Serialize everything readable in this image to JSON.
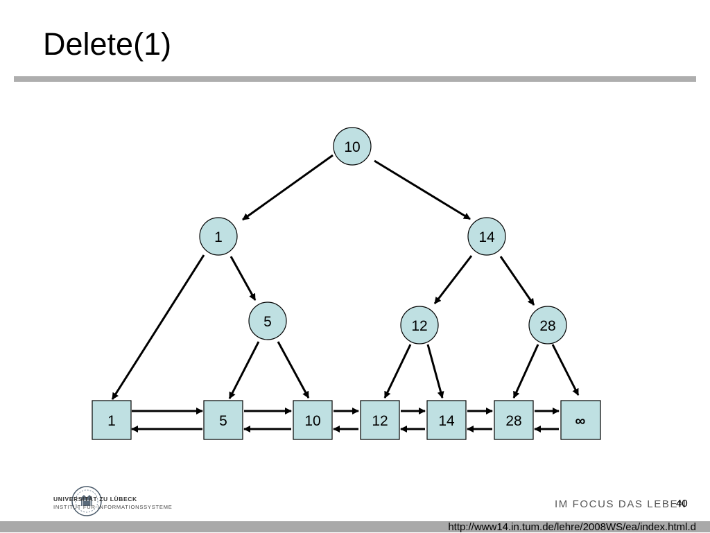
{
  "title": "Delete(1)",
  "colors": {
    "node_fill": "#bfe0e2",
    "rule": "#aeaeae",
    "footer_bar": "#a9a9a9"
  },
  "tree": {
    "inner_nodes": [
      "10",
      "1",
      "14",
      "5",
      "12",
      "28"
    ],
    "leaves": [
      "1",
      "5",
      "10",
      "12",
      "14",
      "28",
      "∞"
    ]
  },
  "footer": {
    "university": "UNIVERSITÄT ZU LÜBECK",
    "institute": "INSTITUT FÜR INFORMATIONSSYSTEME",
    "motto": "IM FOCUS DAS LEBEN",
    "page_number": "40",
    "url": "http://www14.in.tum.de/lehre/2008WS/ea/index.html.d"
  },
  "logo_icon": "university-seal-icon"
}
